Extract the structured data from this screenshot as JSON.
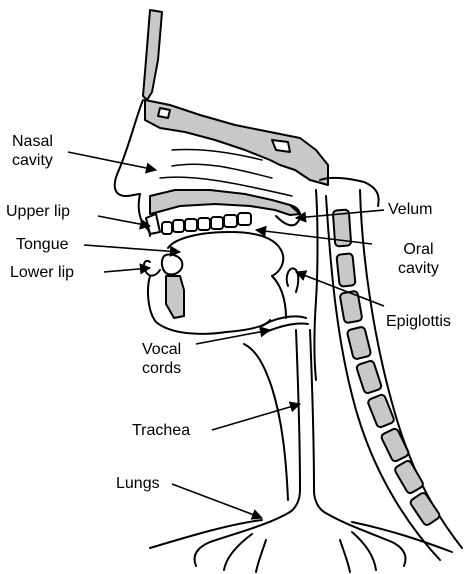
{
  "colors": {
    "line": "#000000",
    "bone_shading": "#c8c8c8",
    "background": "#ffffff"
  },
  "labels": {
    "nasal_cavity": [
      "Nasal",
      "cavity"
    ],
    "upper_lip": "Upper lip",
    "tongue": "Tongue",
    "lower_lip": "Lower lip",
    "vocal_cords": [
      "Vocal",
      "cords"
    ],
    "trachea": "Trachea",
    "lungs": "Lungs",
    "velum": "Velum",
    "oral_cavity": [
      "Oral",
      "cavity"
    ],
    "epiglottis": "Epiglottis"
  }
}
